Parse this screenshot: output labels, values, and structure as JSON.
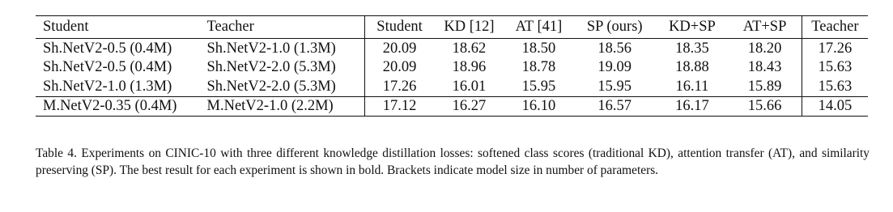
{
  "table": {
    "headers": [
      "Student",
      "Teacher",
      "Student",
      "KD [12]",
      "AT [41]",
      "SP (ours)",
      "KD+SP",
      "AT+SP",
      "Teacher"
    ],
    "rows": [
      [
        "Sh.NetV2-0.5 (0.4M)",
        "Sh.NetV2-1.0 (1.3M)",
        "20.09",
        "18.62",
        "18.50",
        "18.56",
        "18.35",
        "18.20",
        "17.26"
      ],
      [
        "Sh.NetV2-0.5 (0.4M)",
        "Sh.NetV2-2.0 (5.3M)",
        "20.09",
        "18.96",
        "18.78",
        "19.09",
        "18.88",
        "18.43",
        "15.63"
      ],
      [
        "Sh.NetV2-1.0 (1.3M)",
        "Sh.NetV2-2.0 (5.3M)",
        "17.26",
        "16.01",
        "15.95",
        "15.95",
        "16.11",
        "15.89",
        "15.63"
      ],
      [
        "M.NetV2-0.35 (0.4M)",
        "M.NetV2-1.0 (2.2M)",
        "17.12",
        "16.27",
        "16.10",
        "16.57",
        "16.17",
        "15.66",
        "14.05"
      ]
    ],
    "bold_column": "AT+SP"
  },
  "caption": "Table 4. Experiments on CINIC-10 with three different knowledge distillation losses: softened class scores (traditional KD), attention transfer (AT), and similarity preserving (SP). The best result for each experiment is shown in bold. Brackets indicate model size in number of parameters."
}
